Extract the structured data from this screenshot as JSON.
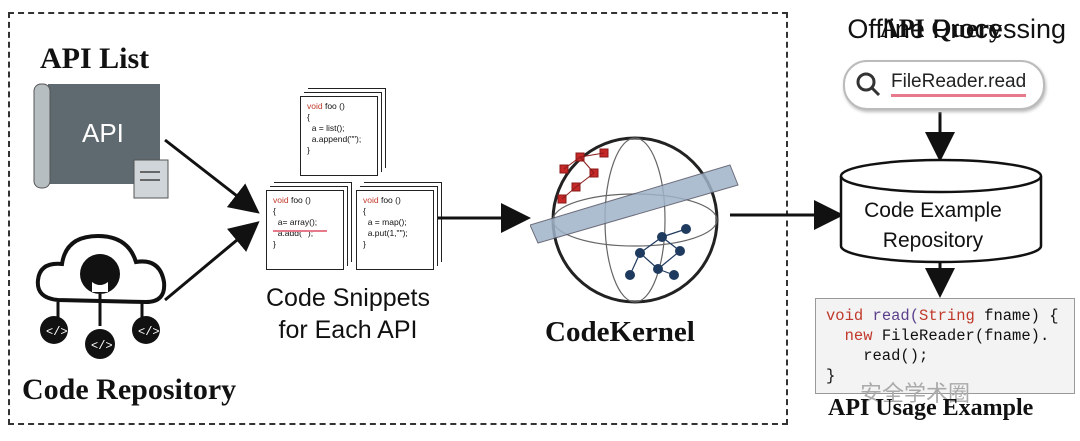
{
  "offline": {
    "label": "Offline Processing"
  },
  "api_list": {
    "title": "API List",
    "icon_text": "API"
  },
  "code_repository": {
    "title": "Code Repository"
  },
  "snippets": {
    "caption_line1": "Code Snippets",
    "caption_line2": "for Each API",
    "cards": [
      {
        "line1_kw": "void",
        "line1": " foo ()",
        "line2": "{",
        "line3": "  a = list();",
        "line4": "  a.append(\"\");",
        "line5": "}"
      },
      {
        "line1_kw": "void",
        "line1": " foo ()",
        "line2": "{",
        "line3": "  a= array();",
        "line4": "  a.add(\"\");",
        "line5": "}"
      },
      {
        "line1_kw": "void",
        "line1": " foo ()",
        "line2": "{",
        "line3": "  a = map();",
        "line4": "  a.put(1,\"\");",
        "line5": "}"
      }
    ]
  },
  "kernel": {
    "title": "CodeKernel"
  },
  "api_query": {
    "title": "API Query",
    "query": "FileReader.read"
  },
  "repository": {
    "line1": "Code Example",
    "line2": "Repository"
  },
  "usage_example": {
    "title": "API Usage Example",
    "code": {
      "l1_kw": "void",
      "l1_fn": " read(",
      "l1_kw2": "String",
      "l1_rest": " fname) {",
      "l2_kw": "  new",
      "l2_rest": " FileReader(fname).",
      "l3": "    read();",
      "l4": "}"
    }
  },
  "watermark": "安全学术圈",
  "colors": {
    "accent_red": "#c0392b",
    "highlight_pink": "#e67a8a",
    "node_blue": "#1f3a5f",
    "node_red": "#c62828",
    "plane": "#9fb3c8"
  }
}
